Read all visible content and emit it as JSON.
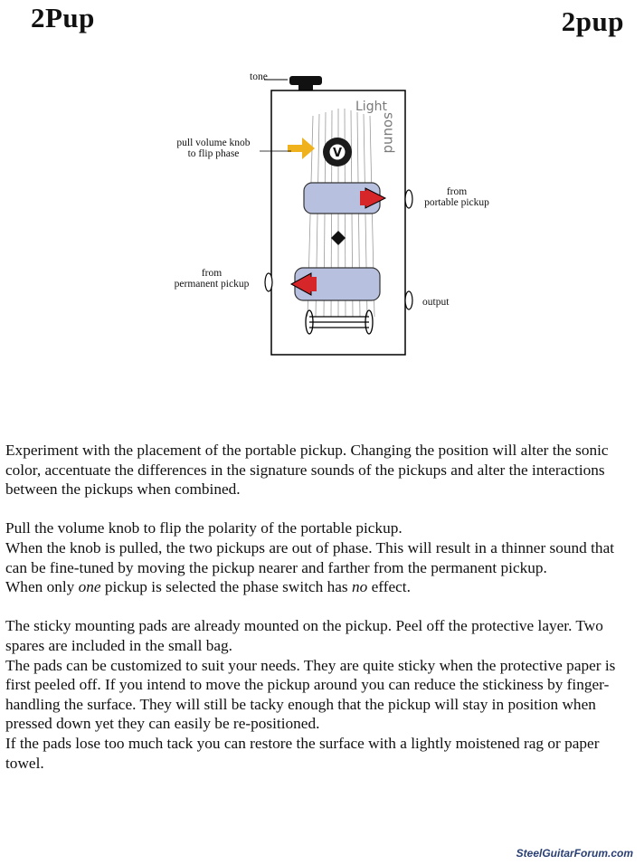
{
  "header": {
    "title_left": "2Pup",
    "title_right": "2pup"
  },
  "diagram": {
    "logo": {
      "word1": "Light",
      "word2": "sound"
    },
    "labels": {
      "tone": "tone",
      "pull_volume": [
        "pull volume knob",
        "to flip phase"
      ],
      "from_portable": [
        "from",
        "portable pickup"
      ],
      "from_permanent": [
        "from",
        "permanent pickup"
      ],
      "output": "output"
    },
    "knob_letter": "V",
    "colors": {
      "arrow": "#f0b21c",
      "pickup_fill": "#b8c0e0",
      "pickup_arrow": "#d6262a",
      "outline": "#000000"
    }
  },
  "paragraphs": [
    [
      "Experiment with the placement of the portable pickup. Changing the position will alter the sonic color, accentuate the differences in the signature sounds of the pickups and alter the interactions between the pickups when combined."
    ],
    [
      "Pull the volume knob to flip the polarity of the portable pickup.",
      "When the knob is pulled, the two pickups are out of phase.  This will result in a thinner sound that can be fine-tuned by moving the pickup nearer and farther from the permanent pickup.",
      {
        "parts": [
          "When only ",
          "one",
          " pickup is selected the phase switch has ",
          "no",
          " effect."
        ]
      }
    ],
    [
      "The sticky mounting pads are already mounted on the pickup.  Peel off the protective layer.  Two spares are included in the small bag.",
      "The pads can be customized to suit your needs.  They are quite sticky when the protective paper is first peeled off.  If you intend to move the pickup around you can reduce the stickiness by finger-handling the surface.  They will still be tacky enough that the pickup will stay in position when pressed down yet they can easily be re-positioned.",
      "If the pads lose too much tack you can restore the surface with a lightly moistened rag or paper towel."
    ]
  ],
  "footer": {
    "watermark": "SteelGuitarForum.com"
  }
}
